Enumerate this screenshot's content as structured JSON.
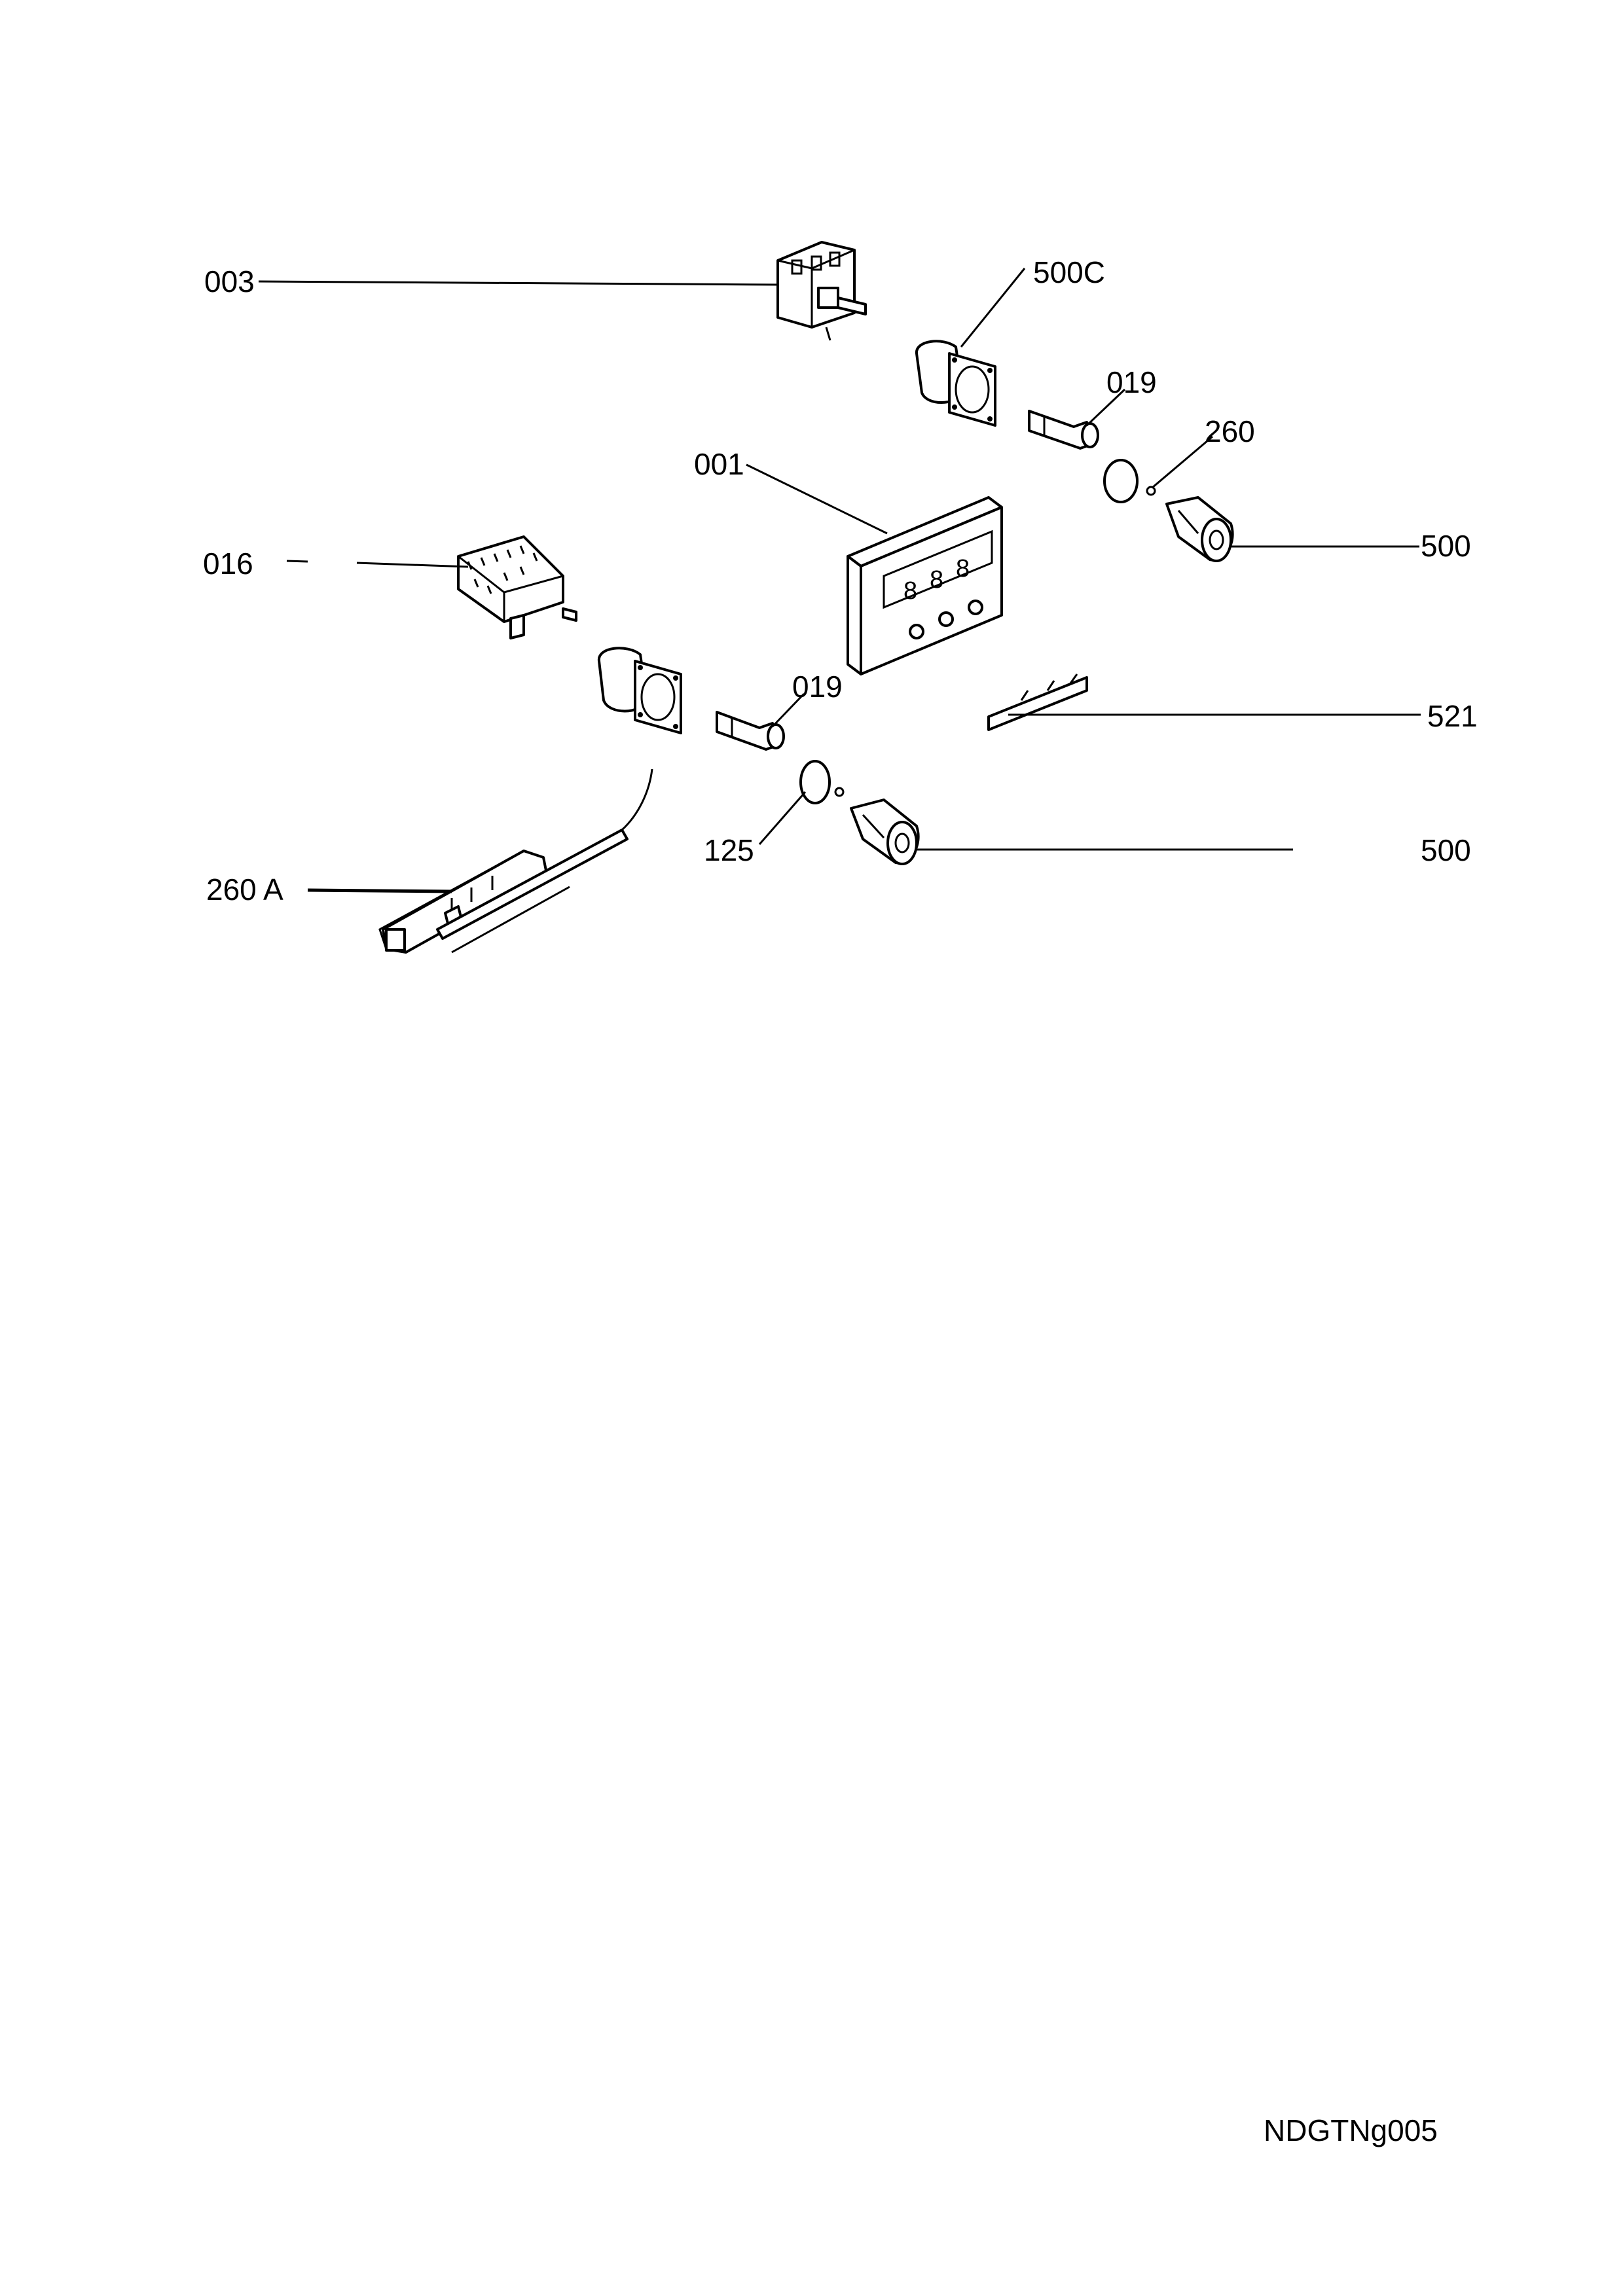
{
  "labels": {
    "p003": "003",
    "p500c": "500C",
    "p019a": "019",
    "p260": "260",
    "p001": "001",
    "p016": "016",
    "p500a": "500",
    "p019b": "019",
    "p521": "521",
    "p125": "125",
    "p260a": "260 A",
    "p500b": "500"
  },
  "document_code": "NDGTNg005"
}
